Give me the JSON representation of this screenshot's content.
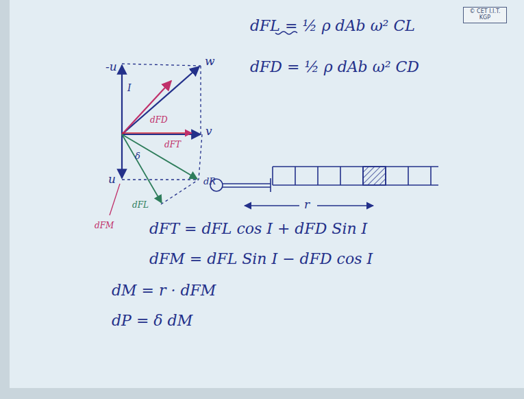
{
  "diagram": {
    "nodes": [
      {
        "text": [
          "© CET I.I.T. KGP"
        ]
      }
    ],
    "labels": [
      "-u",
      "w",
      "I",
      "dFD",
      "dFT",
      "v",
      "δ",
      "u",
      "dR",
      "dFL",
      "dFM",
      "dFL = ½ ρ dAb ω² CL",
      "dFD = ½ ρ dAb ω² CD",
      "r",
      "dFT = dFL cos I + dFD Sin I",
      "dFM = dFL Sin I − dFD cos I",
      "dM = r · dFM",
      "dP = δ dM"
    ]
  }
}
